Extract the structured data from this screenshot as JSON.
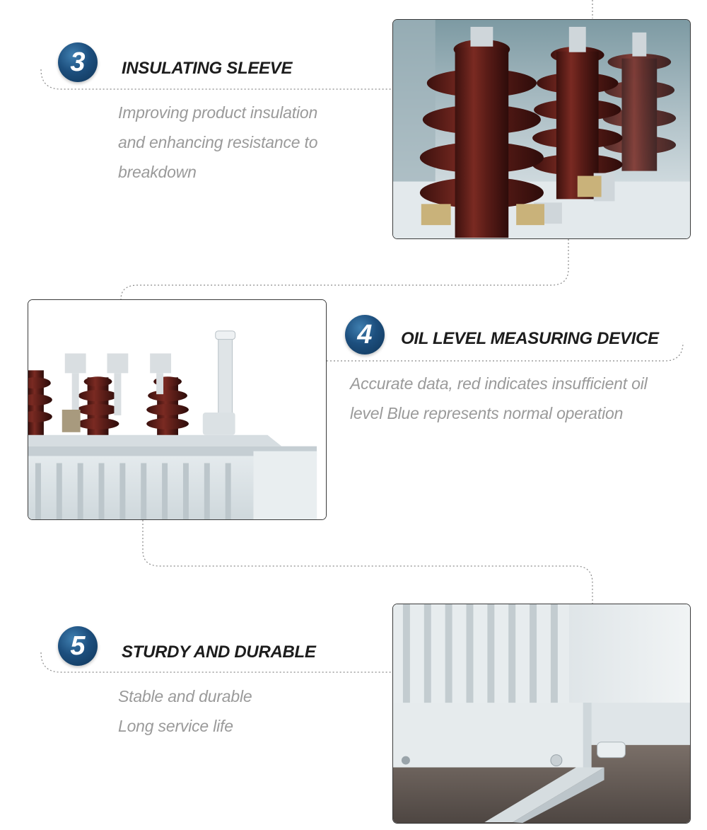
{
  "sections": [
    {
      "number": "3",
      "title": "INSULATING SLEEVE",
      "description_lines": [
        "Improving product insulation",
        "and enhancing resistance to",
        "breakdown"
      ],
      "image": "insulating-sleeve-photo"
    },
    {
      "number": "4",
      "title": "OIL LEVEL MEASURING DEVICE",
      "description_lines": [
        "Accurate data, red indicates insufficient oil",
        "level Blue represents normal operation"
      ],
      "image": "oil-level-device-photo"
    },
    {
      "number": "5",
      "title": "STURDY AND DURABLE",
      "description_lines": [
        "Stable and durable",
        "Long service life"
      ],
      "image": "transformer-base-photo"
    }
  ],
  "colors": {
    "badge": "#1d4f7e",
    "title": "#1d1d1d",
    "description": "#9a9a9a",
    "bushing": "#5a1c17",
    "tank": "#e8edf0"
  }
}
